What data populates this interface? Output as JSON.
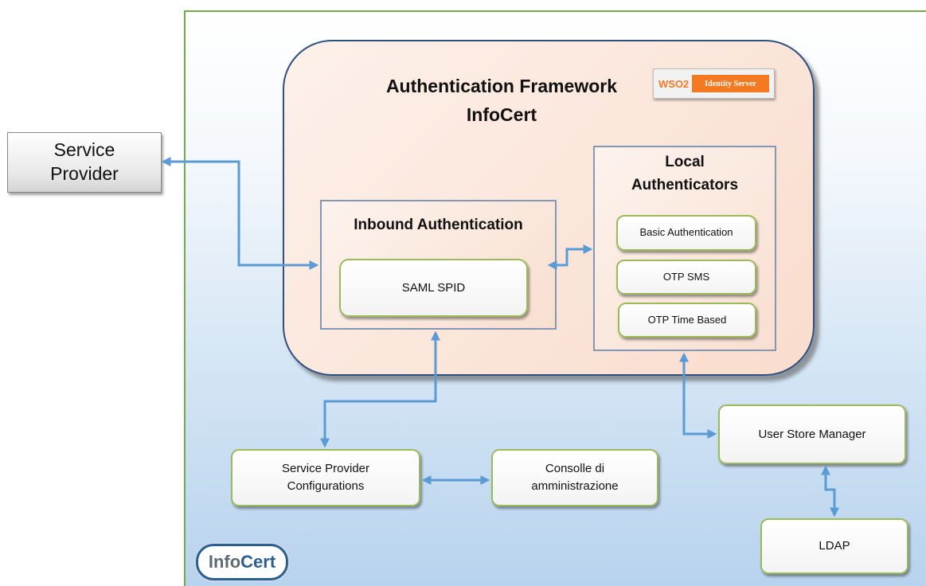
{
  "diagram": {
    "title_line1": "Authentication Framework",
    "title_line2": "InfoCert",
    "wso2_logo": {
      "mark": "WSO2",
      "badge": "Identity Server"
    },
    "service_provider": "Service\nProvider",
    "inbound": {
      "label": "Inbound Authentication",
      "saml": "SAML SPID"
    },
    "local": {
      "label_line1": "Local",
      "label_line2": "Authenticators",
      "basic": "Basic Authentication",
      "otp_sms": "OTP SMS",
      "otp_time": "OTP Time Based"
    },
    "sp_config_line1": "Service Provider",
    "sp_config_line2": "Configurations",
    "consolle_line1": "Consolle di",
    "consolle_line2": "amministrazione",
    "user_store": "User Store Manager",
    "ldap": "LDAP",
    "infocert_logo": {
      "info": "Info",
      "cert": "Cert"
    },
    "colors": {
      "arrow": "#5b9bd5",
      "box_border": "#9bbb59",
      "outer_border": "#70ad47",
      "framework_border": "#2f4f7f"
    }
  }
}
